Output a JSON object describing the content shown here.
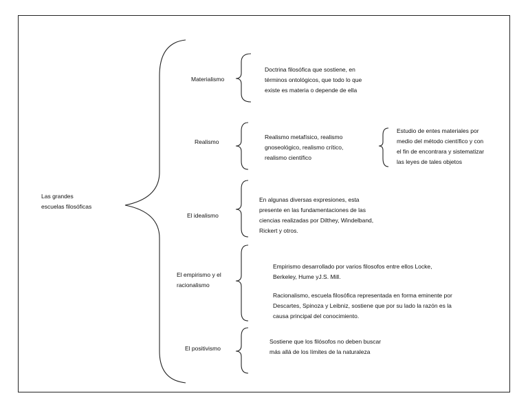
{
  "root": {
    "line1": "Las grandes",
    "line2": "escuelas filosóficas"
  },
  "schools": [
    {
      "name": "Materialismo",
      "desc": [
        "Doctrina filosófica que sostiene, en",
        "términos ontológicos, que todo lo que",
        "existe es materia o depende de ella"
      ]
    },
    {
      "name": "Realismo",
      "desc": [
        "Realismo metafísico, realismo",
        "gnoseológico, realismo crítico,",
        "realismo científico"
      ],
      "sub": [
        "Estudio de entes materiales por",
        "medio del método científico y con",
        "el fin de encontrara y sistematizar",
        "las leyes de tales objetos"
      ]
    },
    {
      "name": "El idealismo",
      "desc": [
        "En algunas diversas expresiones, esta",
        "presente  en las fundamentaciones de las",
        "ciencias realizadas por Dilthey, Windelband,",
        "Rickert y otros."
      ]
    },
    {
      "name_lines": [
        "El empirismo y el",
        "racionalismo"
      ],
      "desc_a": [
        "Empirismo desarrollado por varios filosofos entre ellos Locke,",
        "Berkeley, Hume yJ.S. Mill."
      ],
      "desc_b": [
        "Racionalismo, escuela filosófica representada en forma eminente por",
        "Descartes, Spinoza y Leibniz, sostiene que por su lado la razón es la",
        "causa principal del conocimiento."
      ]
    },
    {
      "name": "El  positivismo",
      "desc": [
        "Sostiene que los filósofos no deben buscar",
        "más allá de los límites de la naturaleza"
      ]
    }
  ]
}
